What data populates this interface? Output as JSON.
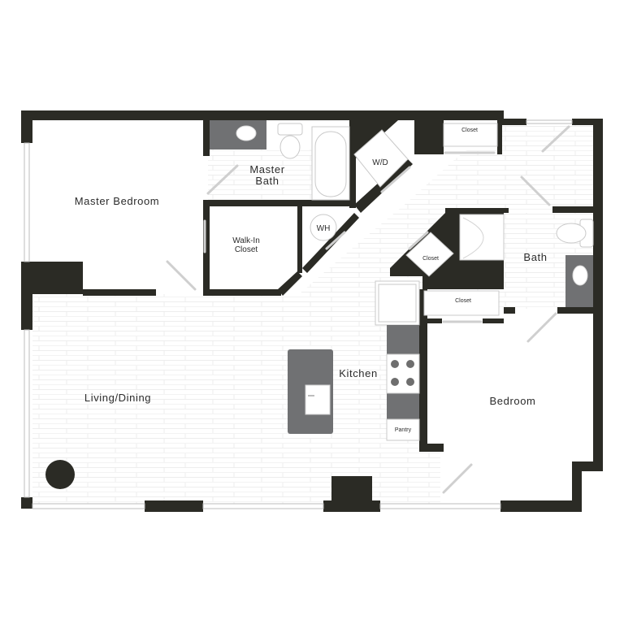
{
  "plan": {
    "rooms": {
      "master_bedroom": "Master Bedroom",
      "master_bath_line1": "Master",
      "master_bath_line2": "Bath",
      "walk_in_line1": "Walk-In",
      "walk_in_line2": "Closet",
      "wd": "W/D",
      "wh": "WH",
      "closet_top": "Closet",
      "closet_hall": "Closet",
      "closet_bed": "Closet",
      "bath": "Bath",
      "kitchen": "Kitchen",
      "living_dining": "Living/Dining",
      "bedroom": "Bedroom",
      "pantry": "Pantry"
    },
    "colors": {
      "wall": "#2b2b25",
      "counter": "#707173",
      "floor_line": "#ededed",
      "floor": "#ffffff"
    },
    "icons": {
      "sink": "sink-icon",
      "toilet": "toilet-icon",
      "tub": "bathtub-icon",
      "range": "stove-icon",
      "fridge": "refrigerator-icon",
      "column": "column-icon"
    }
  }
}
